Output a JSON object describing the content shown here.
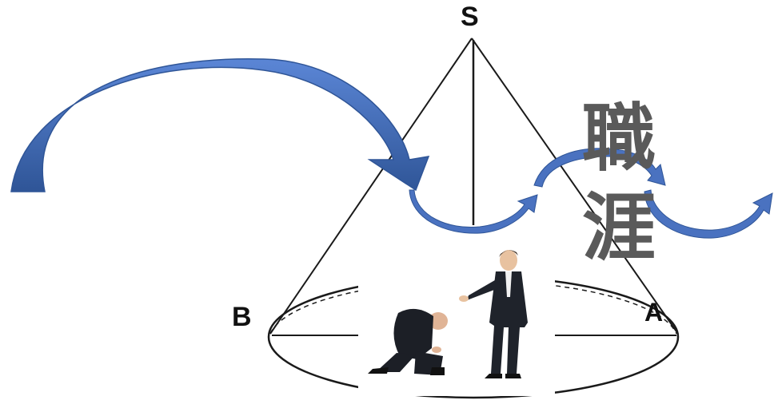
{
  "labels": {
    "apex": "S",
    "left_point": "B",
    "right_point": "A"
  },
  "vertical_text": [
    "職",
    "涯"
  ],
  "colors": {
    "arrow_fill": "#4a72c0",
    "arrow_dark": "#2f5597",
    "line": "#1a1a1a",
    "text_gray": "#5a5a5a"
  }
}
